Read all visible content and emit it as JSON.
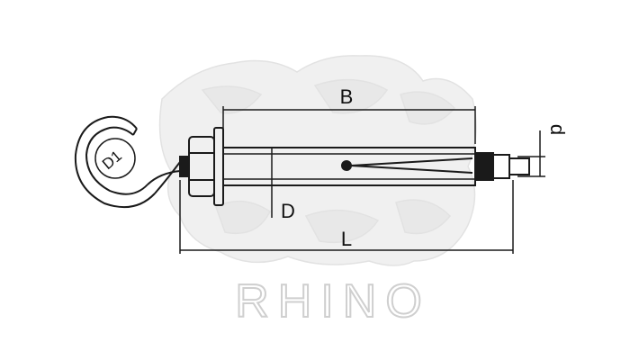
{
  "diagram": {
    "labels": {
      "B": "B",
      "d": "d",
      "D": "D",
      "D1": "D1",
      "L": "L"
    },
    "watermark": {
      "text": "RHINO"
    },
    "colors": {
      "line": "#1a1a1a",
      "watermark": "#cfcfcf",
      "background": "#ffffff"
    }
  }
}
